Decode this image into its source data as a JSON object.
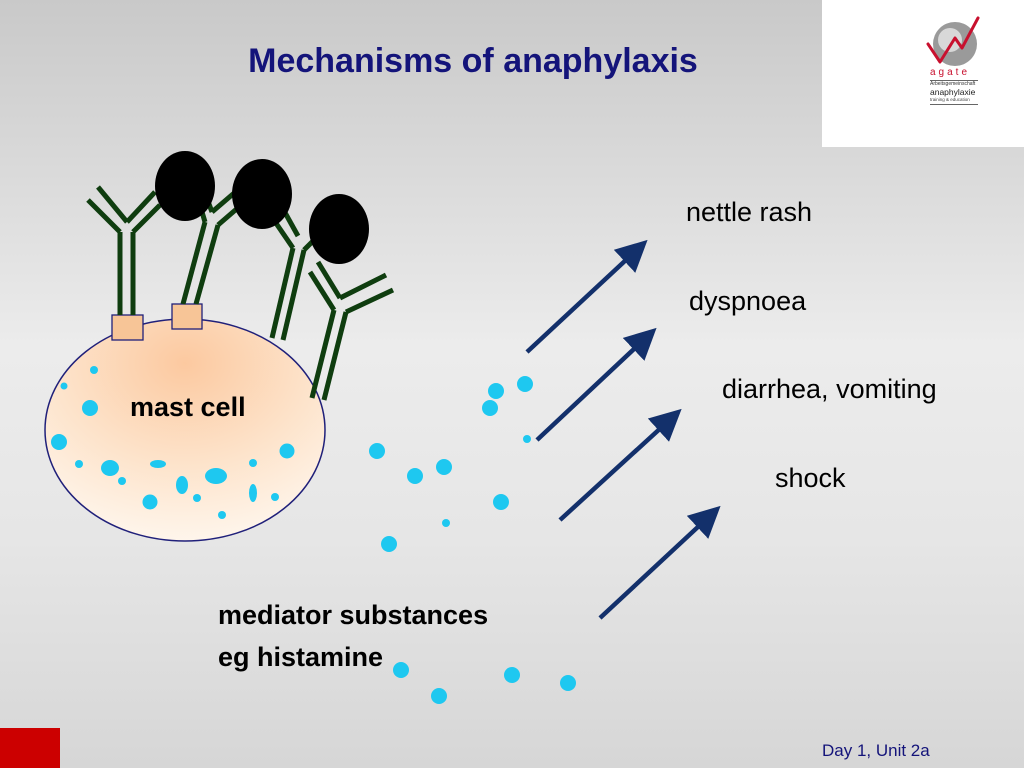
{
  "slide": {
    "title": "Mechanisms of anaphylaxis",
    "footer": "Day 1, Unit 2a"
  },
  "logo": {
    "name": "agate",
    "line1": "Arbeitsgemeinschaft",
    "line2": "anaphylaxie",
    "line3": "training & education",
    "colors": {
      "red": "#c8102e",
      "grey": "#9a9a9a"
    }
  },
  "diagram": {
    "cell_label": "mast cell",
    "mediator_label_line1": "mediator substances",
    "mediator_label_line2": "eg histamine",
    "symptoms": [
      "nettle rash",
      "dyspnoea",
      "diarrhea, vomiting",
      "shock"
    ],
    "colors": {
      "antibody": "#0f3d0f",
      "allergen": "#000000",
      "granule": "#1ec8f0",
      "arrow": "#13306b",
      "receptor": "#f7c597",
      "cell_outline": "#20207a"
    }
  },
  "colors": {
    "title": "#14147a",
    "corner_accent": "#cc0000"
  }
}
